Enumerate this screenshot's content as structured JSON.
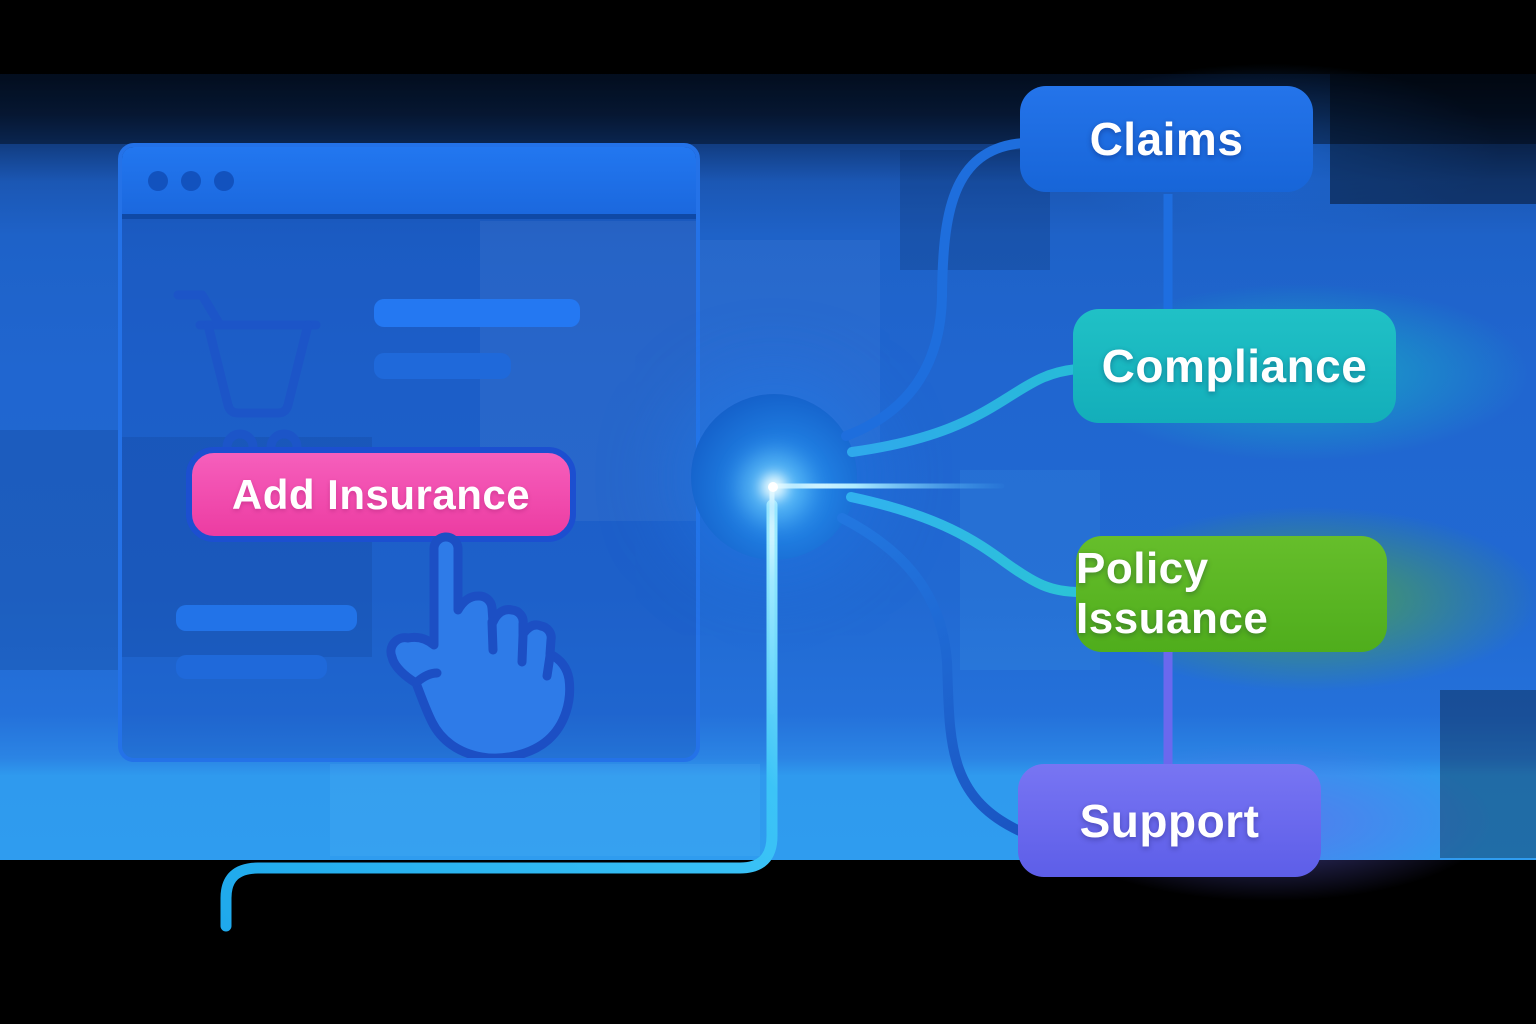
{
  "browser_window": {
    "traffic_light_dots": 3,
    "cart_icon": "shopping-cart-icon",
    "placeholder_bars": 4,
    "button": {
      "label": "Add Insurance",
      "bg_color": "#EE4BAE",
      "border_color": "#1C4FD0",
      "text_color": "#FFFFFF"
    },
    "cursor_icon": "hand-pointer-icon"
  },
  "hub": {
    "icon": "glowing-orb-icon",
    "color": "#1E7BE0",
    "flare_color": "#9FEFFF"
  },
  "nodes": [
    {
      "label": "Claims",
      "color": "#1E70E2"
    },
    {
      "label": "Compliance",
      "color": "#18BAC0"
    },
    {
      "label": "Policy Issuance",
      "color": "#5BB622"
    },
    {
      "label": "Support",
      "color": "#6B68EE"
    }
  ],
  "connectors": {
    "hub_to_nodes": [
      "claims",
      "compliance",
      "policy-issuance",
      "support"
    ],
    "node_links": [
      "claims-compliance",
      "policy-issuance-support"
    ],
    "accent_line_color": "#27B7F3"
  }
}
